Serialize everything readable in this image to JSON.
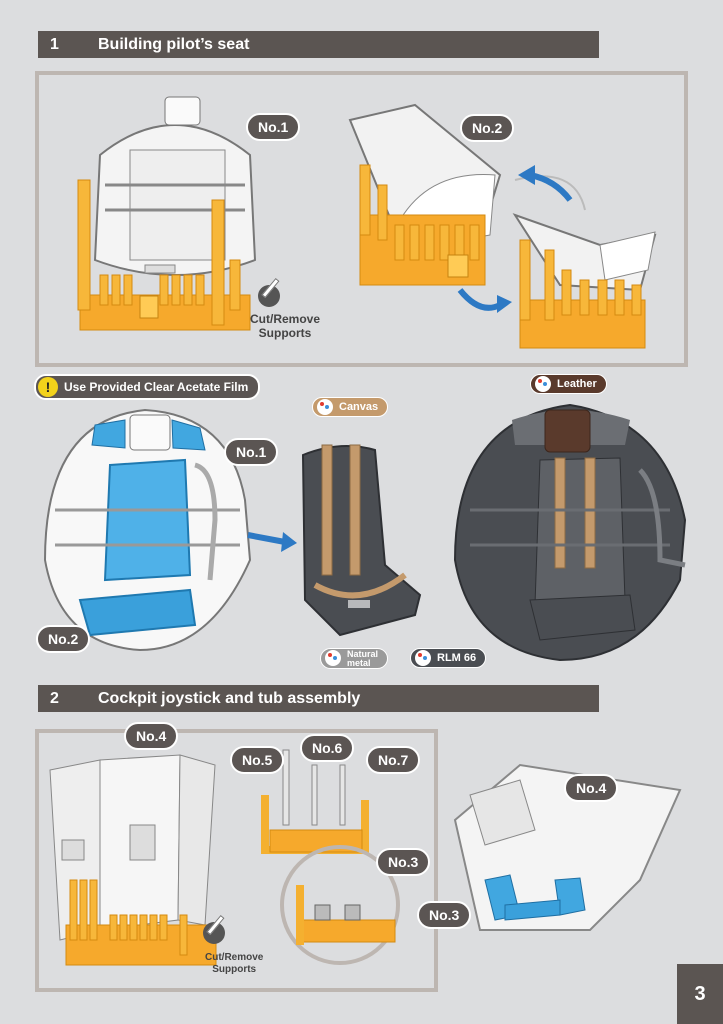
{
  "step1": {
    "number": "1",
    "title": "Building pilot’s seat"
  },
  "step2": {
    "number": "2",
    "title": "Cockpit joystick and tub assembly"
  },
  "labels": {
    "no1": "No.1",
    "no2": "No.2",
    "no3": "No.3",
    "no4": "No.4",
    "no5": "No.5",
    "no6": "No.6",
    "no7": "No.7"
  },
  "support_tags": {
    "left": "1",
    "right": "2",
    "tag3": "3",
    "tag4": "4",
    "tag5": "5",
    "tag6": "6",
    "tag7": "7"
  },
  "cut_supports": {
    "line1": "Cut/Remove",
    "line2": "Supports"
  },
  "warning": {
    "icon": "!",
    "text": "Use Provided Clear Acetate Film"
  },
  "paints": {
    "canvas": "Canvas",
    "leather": "Leather",
    "natural_metal_1": "Natural",
    "natural_metal_2": "metal",
    "rlm66": "RLM 66"
  },
  "colors": {
    "banner": "#5b5552",
    "support_orange": "#f7b73a",
    "clear_film_blue": "#41a7e0",
    "rlm66": "#4a4d52",
    "canvas": "#c49a6c",
    "leather": "#5a3a2c",
    "arrow_blue": "#2d79c4"
  },
  "page_number": "3"
}
